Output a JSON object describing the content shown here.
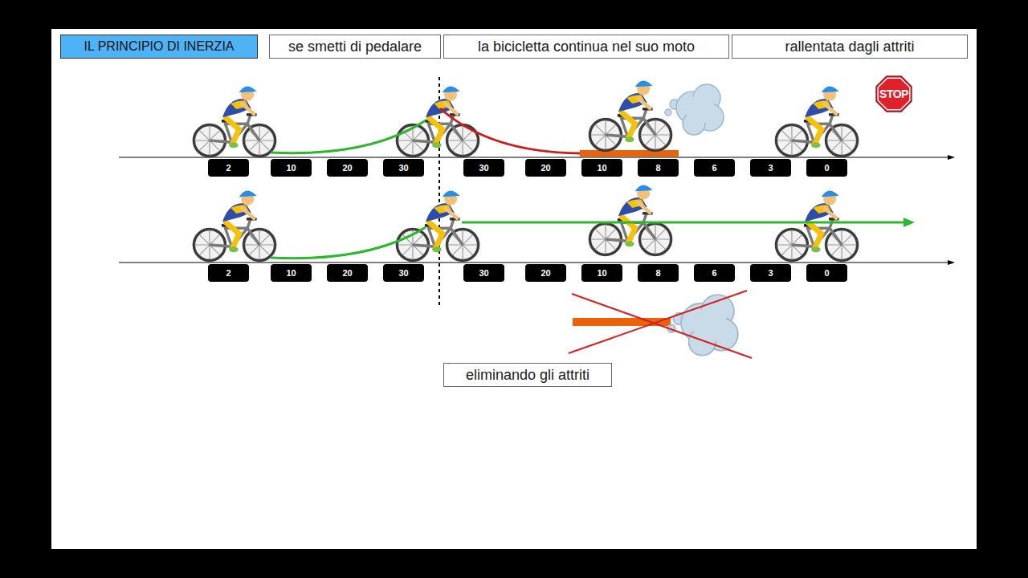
{
  "diagram": {
    "title": "IL PRINCIPIO DI INERZIA",
    "nodes": [
      {
        "text": [
          "se smetti di pedalare"
        ]
      },
      {
        "text": [
          "la bicicletta continua nel suo moto"
        ]
      },
      {
        "text": [
          "rallentata dagli attriti"
        ]
      },
      {
        "text": [
          "STOP"
        ]
      },
      {
        "text": [
          "2"
        ]
      },
      {
        "text": [
          "10"
        ]
      },
      {
        "text": [
          "20"
        ]
      },
      {
        "text": [
          "30"
        ]
      },
      {
        "text": [
          "30"
        ]
      },
      {
        "text": [
          "20"
        ]
      },
      {
        "text": [
          "10"
        ]
      },
      {
        "text": [
          "8"
        ]
      },
      {
        "text": [
          "6"
        ]
      },
      {
        "text": [
          "3"
        ]
      },
      {
        "text": [
          "0"
        ]
      },
      {
        "text": [
          "2"
        ]
      },
      {
        "text": [
          "10"
        ]
      },
      {
        "text": [
          "20"
        ]
      },
      {
        "text": [
          "30"
        ]
      },
      {
        "text": [
          "30"
        ]
      },
      {
        "text": [
          "20"
        ]
      },
      {
        "text": [
          "10"
        ]
      },
      {
        "text": [
          "8"
        ]
      },
      {
        "text": [
          "6"
        ]
      },
      {
        "text": [
          "3"
        ]
      },
      {
        "text": [
          "0"
        ]
      },
      {
        "text": [
          "eliminando gli attriti"
        ]
      }
    ]
  }
}
